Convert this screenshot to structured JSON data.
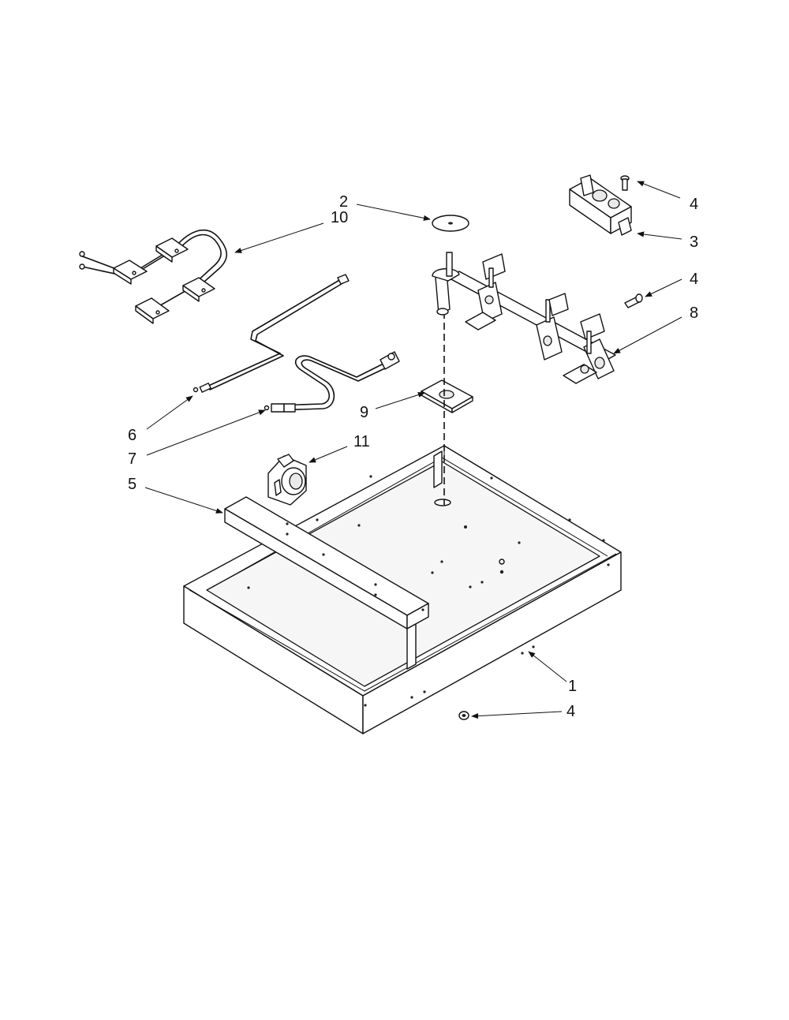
{
  "callouts": {
    "c1": "1",
    "c2": "2",
    "c3": "3",
    "c4a": "4",
    "c4b": "4",
    "c4c": "4",
    "c5": "5",
    "c6": "6",
    "c7": "7",
    "c8": "8",
    "c9": "9",
    "c10": "10",
    "c11": "11"
  }
}
